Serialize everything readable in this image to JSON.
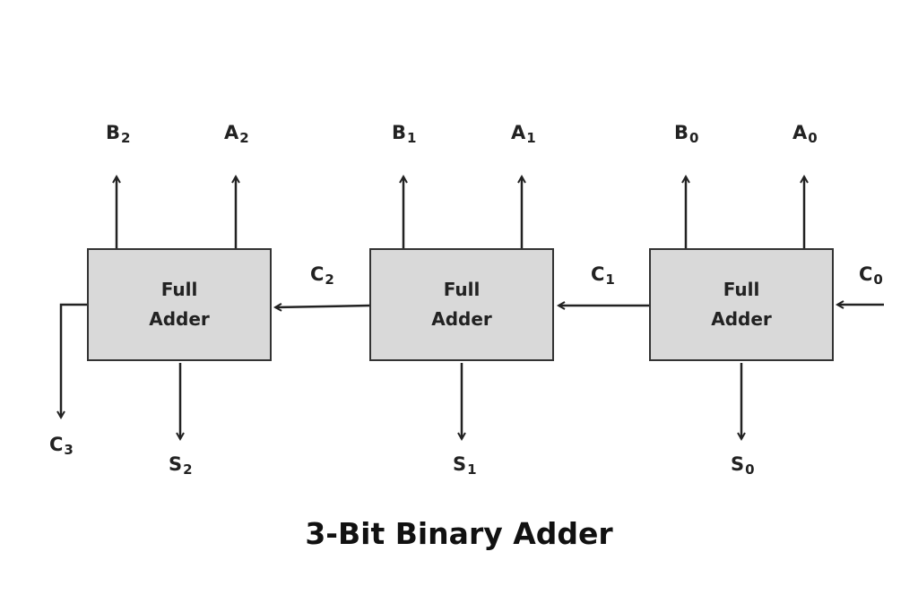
{
  "diagram": {
    "title": "3-Bit Binary Adder",
    "blocks": [
      {
        "line1": "Full",
        "line2": "Adder"
      },
      {
        "line1": "Full",
        "line2": "Adder"
      },
      {
        "line1": "Full",
        "line2": "Adder"
      }
    ],
    "signals": {
      "b2": {
        "letter": "B",
        "index": "2"
      },
      "a2": {
        "letter": "A",
        "index": "2"
      },
      "b1": {
        "letter": "B",
        "index": "1"
      },
      "a1": {
        "letter": "A",
        "index": "1"
      },
      "b0": {
        "letter": "B",
        "index": "0"
      },
      "a0": {
        "letter": "A",
        "index": "0"
      },
      "c2": {
        "letter": "C",
        "index": "2"
      },
      "c1": {
        "letter": "C",
        "index": "1"
      },
      "c0": {
        "letter": "C",
        "index": "0"
      },
      "c3": {
        "letter": "C",
        "index": "3"
      },
      "s2": {
        "letter": "S",
        "index": "2"
      },
      "s1": {
        "letter": "S",
        "index": "1"
      },
      "s0": {
        "letter": "S",
        "index": "0"
      }
    },
    "colors": {
      "block_fill": "#d9d9d9",
      "stroke": "#222222"
    }
  }
}
